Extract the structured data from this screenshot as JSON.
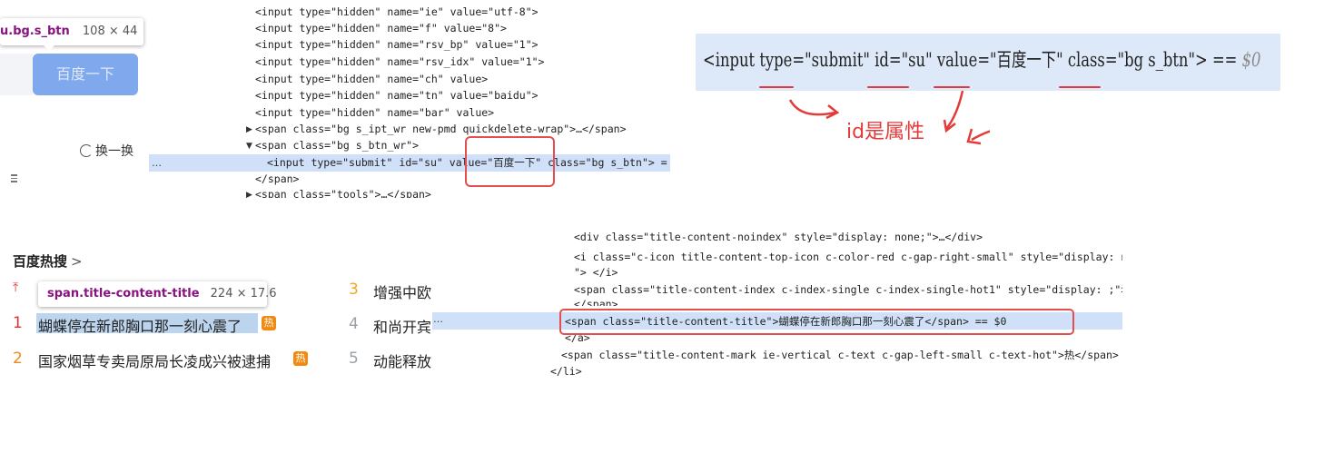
{
  "panelA": {
    "tooltip_selector": "u.bg.s_btn",
    "tooltip_size": "108 × 44",
    "search_button": "百度一下",
    "refresh_label": "换一换"
  },
  "devtools_top": {
    "lines": [
      "<input type=\"hidden\" name=\"ie\" value=\"utf-8\">",
      "<input type=\"hidden\" name=\"f\" value=\"8\">",
      "<input type=\"hidden\" name=\"rsv_bp\" value=\"1\">",
      "<input type=\"hidden\" name=\"rsv_idx\" value=\"1\">",
      "<input type=\"hidden\" name=\"ch\" value>",
      "<input type=\"hidden\" name=\"tn\" value=\"baidu\">",
      "<input type=\"hidden\" name=\"bar\" value>",
      "<span class=\"bg s_ipt_wr new-pmd quickdelete-wrap\">…</span>",
      "<span class=\"bg s_btn_wr\">",
      "<input type=\"submit\" id=\"su\" value=\"百度一下\" class=\"bg s_btn\"> =",
      "</span>",
      "<span class=\"tools\">…</span>"
    ],
    "ellipsis": "…"
  },
  "zoom": {
    "code_main": "<input type=\"submit\" id=\"su\" value=\"百度一下\" class=\"bg s_btn\"> == ",
    "code_dollar": "$0",
    "annotation": "id是属性"
  },
  "hot": {
    "title": "百度热搜",
    "chevron": ">",
    "pin": "下",
    "tooltip_selector": "span.title-content-title",
    "tooltip_size": "224 × 17.6",
    "items": [
      {
        "num": "1",
        "text": "蝴蝶停在新郎胸口那一刻心震了",
        "mark": "热",
        "color": "#e0322e"
      },
      {
        "num": "2",
        "text": "国家烟草专卖局原局长凌成兴被逮捕",
        "mark": "热",
        "color": "#f18a12"
      },
      {
        "num": "3",
        "text": "增强中欧",
        "color": "#f3a71c"
      },
      {
        "num": "4",
        "text": "和尚开宾",
        "color": "#9ba0a6"
      },
      {
        "num": "5",
        "text": "动能释放",
        "color": "#9ba0a6"
      }
    ]
  },
  "devtools_bottom": {
    "lines": [
      "<div class=\"title-content-noindex\" style=\"display: none;\">…</div>",
      "<i class=\"c-icon title-content-top-icon c-color-red c-gap-right-small\" style=\"display: n",
      "\"> </i>",
      "<span class=\"title-content-index c-index-single c-index-single-hot1\" style=\"display: ;\">",
      "</span>",
      "<span class=\"title-content-title\">蝴蝶停在新郎胸口那一刻心震了</span> == $0",
      "</a>",
      "<span class=\"title-content-mark ie-vertical c-text c-gap-left-small c-text-hot\">热</span>",
      "</li>"
    ],
    "dots": "…"
  }
}
